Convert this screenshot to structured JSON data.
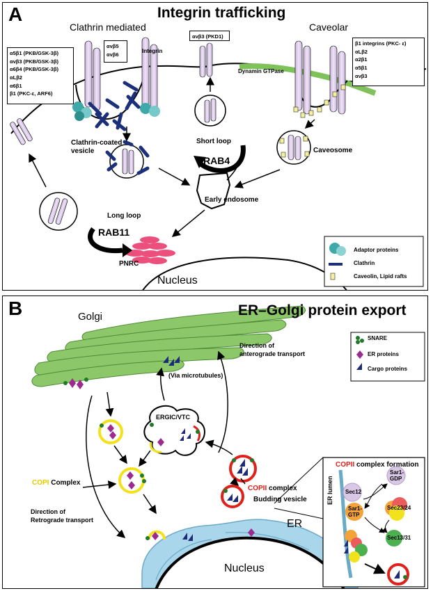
{
  "panelA": {
    "letter": "A",
    "title": "Integrin trafficking",
    "clathrin_mediated": "Clathrin mediated",
    "caveolar": "Caveolar",
    "left_box": [
      "α5β1 (PKB/GSK-3β)",
      "αvβ3 (PKB/GSK-3β)",
      "α6β4 (PKB/GSK-3β)",
      "αLβ2",
      "α6β1",
      "β1 (PKC-ε, ARF6)"
    ],
    "avb_box": [
      "αvβ5",
      "αvβ6"
    ],
    "integrin": "Integrin",
    "pkd1_box": "αvβ3 (PKD1)",
    "dynamin": "Dynamin GTPase",
    "right_box": [
      "β1 integrins (PKC- ε)",
      "αLβ2",
      "α2β1",
      "α5β1",
      "αvβ3"
    ],
    "clathrin_vesicle": "Clathrin-coated\nvesicle",
    "short_loop": "Short loop",
    "rab4": "RAB4",
    "caveosome": "Caveosome",
    "early_endosome": "Early endosome",
    "long_loop": "Long loop",
    "rab11": "RAB11",
    "pnrc": "PNRC",
    "nucleus": "Nucleus",
    "legend": [
      "Adaptor proteins",
      "Clathrin",
      "Caveolin, Lipid rafts"
    ]
  },
  "panelB": {
    "letter": "B",
    "title": "ER–Golgi protein export",
    "golgi": "Golgi",
    "legend": [
      "SNARE",
      "ER proteins",
      "Cargo proteins"
    ],
    "anterograde": "Direction of\nanterograde transport",
    "via_microtubules": "(Via microtubules)",
    "ergic": "ERGIC/VTC",
    "copi_prefix": "COPI",
    "copi_suffix": " Complex",
    "copii_prefix": "COPII",
    "copii_suffix": " complex",
    "budding": "Budding vesicle",
    "retrograde": "Direction of\nRetrograde transport",
    "er": "ER",
    "nucleus": "Nucleus",
    "copii_formation_prefix": "COPII",
    "copii_formation_suffix": " complex  formation",
    "sec12": "Sec12",
    "sar1_gdp": "Sar1-\nGDP",
    "sar1_gtp": "Sar1-\nGTP",
    "sec23_24": "Sec23/24",
    "sec13_31": "Sec13/31",
    "er_lumen": "ER lumen"
  },
  "colors": {
    "integrin": "#d9c7e6",
    "clathrin": "#1b2f7a",
    "adaptor": "#3fa8a8",
    "membrane_green": "#7fc25a",
    "golgi_green": "#8cc86a",
    "er_blue": "#a9d6ea",
    "pnrc_pink": "#ec4f7c",
    "copii_red": "#e0201b",
    "copi_yellow": "#f2e21c",
    "snare_green": "#1f7a2a",
    "er_protein": "#9c2a8f",
    "cargo": "#1d2a78",
    "caveolin": "#f4f0a0"
  }
}
